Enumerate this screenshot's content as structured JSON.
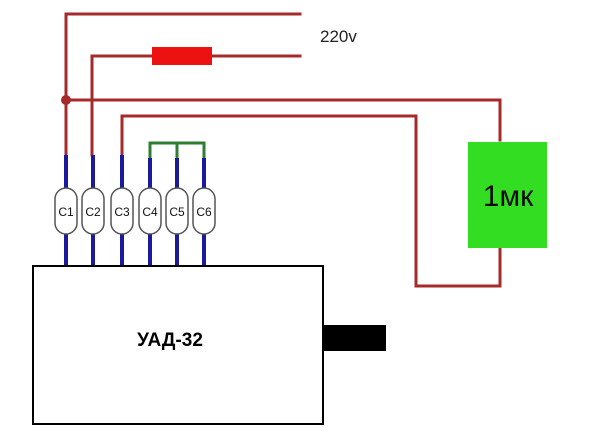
{
  "supply": {
    "voltage_label": "220v"
  },
  "motor": {
    "label": "УАД-32"
  },
  "capacitor": {
    "label": "1мк",
    "fill_color": "#33dd22"
  },
  "resistor": {
    "fill_color": "#ee1111"
  },
  "terminals": [
    {
      "id": "c1",
      "label": "C1"
    },
    {
      "id": "c2",
      "label": "C2"
    },
    {
      "id": "c3",
      "label": "C3"
    },
    {
      "id": "c4",
      "label": "C4"
    },
    {
      "id": "c5",
      "label": "C5"
    },
    {
      "id": "c6",
      "label": "C6"
    }
  ],
  "colors": {
    "supply_wire": "#a52a2a",
    "lead_wire": "#1a1a9a",
    "jumper_wire": "#2e7d32"
  }
}
